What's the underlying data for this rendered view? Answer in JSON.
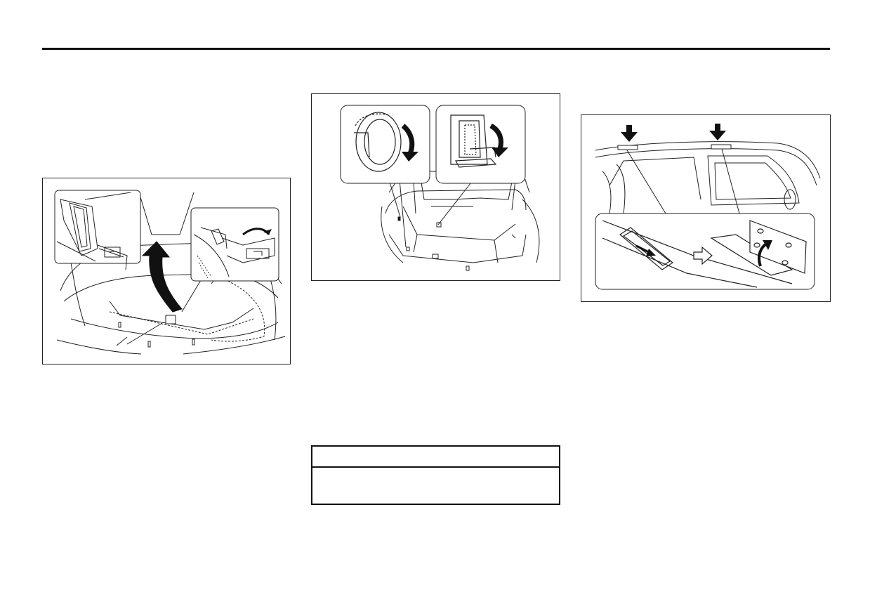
{
  "page": {
    "figures": [
      {
        "id": "fig-left",
        "subject": "luggage-floor-board-removal"
      },
      {
        "id": "fig-mid",
        "subject": "cargo-hooks-fold"
      },
      {
        "id": "fig-right",
        "subject": "roof-rail-cover-removal"
      }
    ],
    "table": {
      "header": "",
      "body": ""
    }
  },
  "colors": {
    "line": "#222222",
    "fill_dark": "#111111",
    "background": "#ffffff"
  }
}
